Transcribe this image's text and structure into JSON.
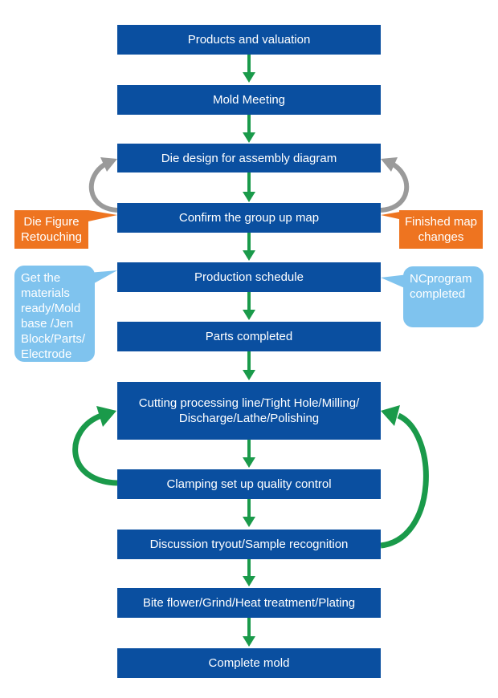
{
  "steps": [
    "Products and valuation",
    "Mold Meeting",
    "Die design for assembly diagram",
    "Confirm the group up map",
    "Production schedule",
    "Parts completed",
    [
      "Cutting processing line/Tight Hole/Milling/",
      "Discharge/Lathe/Polishing"
    ],
    "Clamping set up quality control",
    "Discussion tryout/Sample recognition",
    "Bite flower/Grind/Heat treatment/Plating",
    "Complete mold"
  ],
  "notes": {
    "die_figure_retouching": [
      "Die Figure",
      "Retouching"
    ],
    "finished_map_changes": [
      "Finished map",
      "changes"
    ],
    "materials_ready": [
      "Get the",
      "materials",
      "ready/Mold",
      "base /Jen",
      "Block/Parts/",
      "Electrode"
    ],
    "nc_program": [
      "NCprogram",
      "completed"
    ]
  },
  "colors": {
    "step_box": "#0a4fa0",
    "flow_arrow": "#1a9a4a",
    "review_loop_arrow": "#9a9a9a",
    "orange_note": "#ee7420",
    "blue_note": "#7fc3ee"
  }
}
